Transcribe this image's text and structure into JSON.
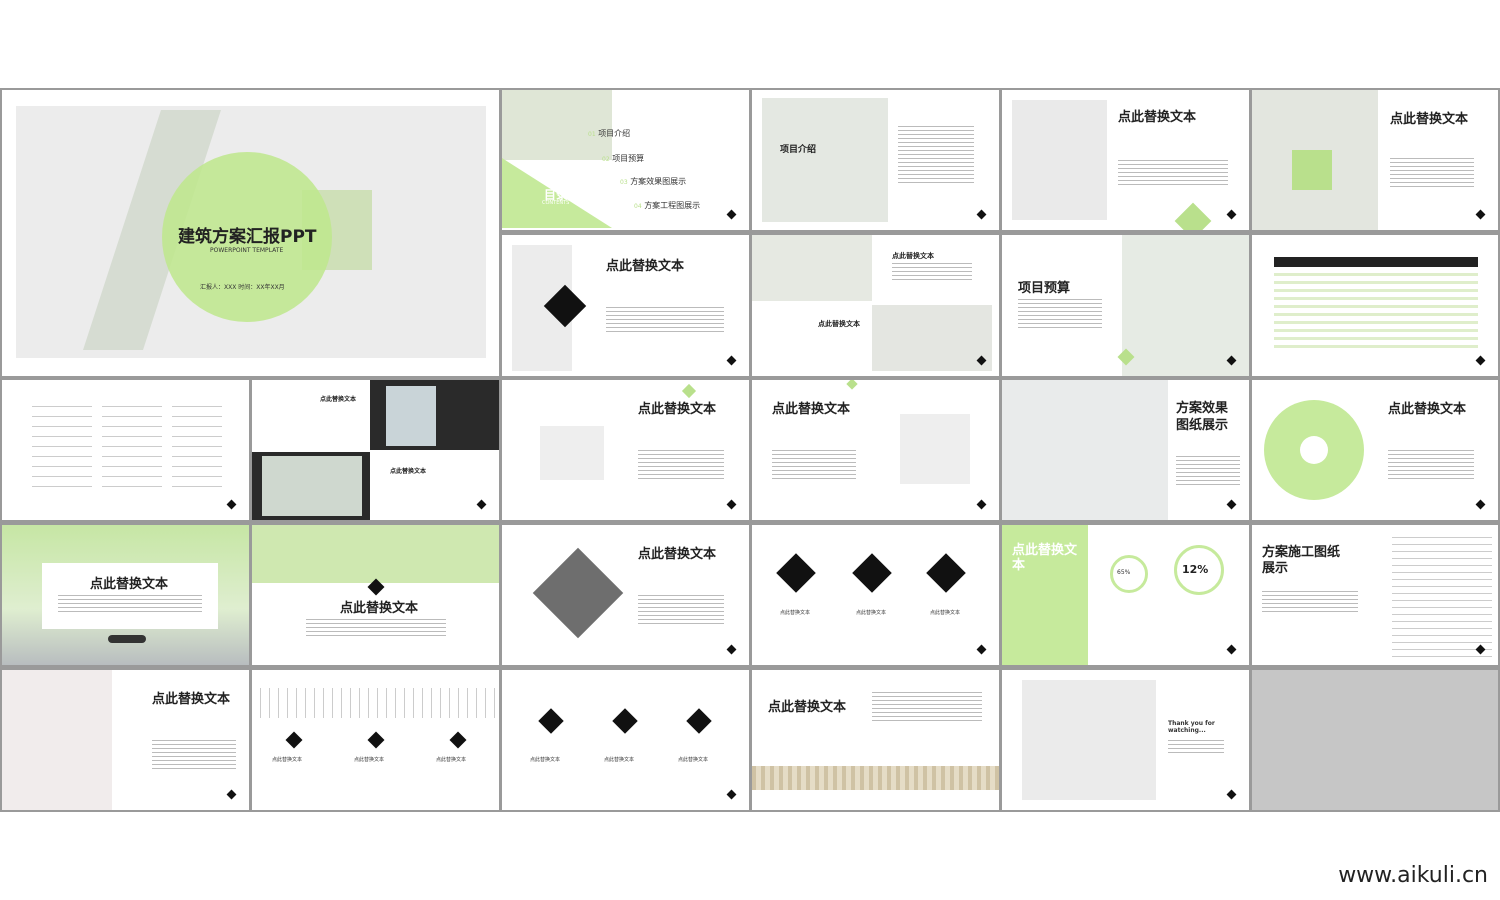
{
  "cover": {
    "title": "建筑方案汇报PPT",
    "subtitle": "POWERPOINT TEMPLATE",
    "reporter": "汇报人：XXX   时间：XX年XX月"
  },
  "toc": {
    "title": "目录",
    "subtitle": "CONTENTS",
    "items": [
      {
        "num": "01",
        "label": "项目介绍"
      },
      {
        "num": "02",
        "label": "项目预算"
      },
      {
        "num": "03",
        "label": "方案效果图展示"
      },
      {
        "num": "04",
        "label": "方案工程图展示"
      }
    ]
  },
  "slides": {
    "intro": "项目介绍",
    "placeholder": "点此替换文本",
    "budget": "项目预算",
    "render": "方案效果图纸展示",
    "construction": "方案施工图纸展示",
    "overview": "点此替换文本",
    "green_title": "点此替换文本",
    "pct_a": "65%",
    "pct_b": "12%",
    "thanks": "Thank you for watching..."
  },
  "watermark": "www.aikuli.cn",
  "colors": {
    "accent": "#b9e08c",
    "dark": "#111111"
  }
}
